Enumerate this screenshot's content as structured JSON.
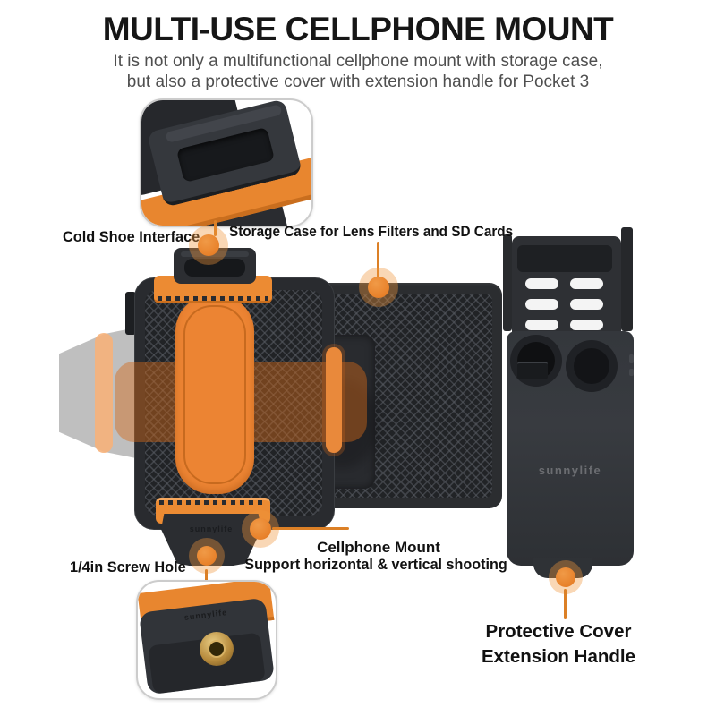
{
  "page": {
    "background": "#ffffff"
  },
  "header": {
    "title": "MULTI-USE CELLPHONE MOUNT",
    "subtitle_line1": "It is not only a multifunctional cellphone mount with storage case,",
    "subtitle_line2": "but also a protective cover with extension handle for Pocket 3"
  },
  "callouts": {
    "cold_shoe": {
      "label": "Cold Shoe Interface"
    },
    "storage_case": {
      "label": "Storage Case for Lens Filters and SD Cards"
    },
    "cellphone_mount": {
      "label": "Cellphone Mount",
      "sublabel": "Support horizontal & vertical shooting"
    },
    "screw_hole": {
      "label": "1/4in Screw Hole"
    },
    "protective_cover": {
      "label_line1": "Protective Cover",
      "label_line2": "Extension Handle"
    }
  },
  "product": {
    "brand_logo_cover": "sunnylife",
    "brand_logo_foot": "sunnylife",
    "brand_logo_inset": "sunnylife"
  },
  "colors": {
    "accent_orange": "#E8862F",
    "product_orange": "#EC8433",
    "callout_halo": "rgba(240,150,60,0.38)",
    "leader_line": "#DC8026",
    "title_text": "#161616",
    "subtitle_text": "#4F4F4F",
    "label_text": "#111111",
    "product_dark": "#25272B",
    "vent_white": "#F4F4F4",
    "brass_screw": "#C59A4E"
  }
}
